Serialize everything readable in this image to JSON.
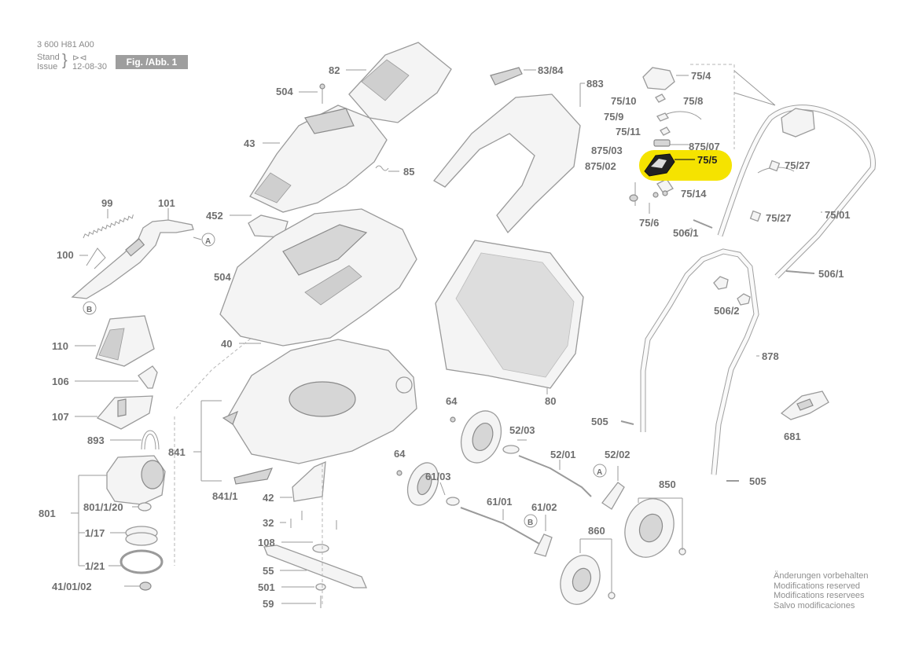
{
  "header": {
    "doc_number": "3 600 H81 A00",
    "stand_label": "Stand",
    "issue_label": "Issue",
    "date": "12-08-30",
    "figure_label": "Fig. /Abb. 1"
  },
  "notes": [
    "Änderungen vorbehalten",
    "Modifications reserved",
    "Modifications reservees",
    "Salvo modificaciones"
  ],
  "highlight_color": "#f5e300",
  "labels": {
    "p82": "82",
    "p504a": "504",
    "p43": "43",
    "p85": "85",
    "p452": "452",
    "p504b": "504",
    "p40": "40",
    "p99": "99",
    "p101": "101",
    "p100": "100",
    "A1": "A",
    "B1": "B",
    "p110": "110",
    "p106": "106",
    "p107": "107",
    "p893": "893",
    "p801": "801",
    "p801_1_20": "801/1/20",
    "p1_17": "1/17",
    "p1_21": "1/21",
    "p41_01_02": "41/01/02",
    "p841": "841",
    "p841_1": "841/1",
    "p42": "42",
    "p32": "32",
    "p108": "108",
    "p55": "55",
    "p501": "501",
    "p59": "59",
    "p83_84": "83/84",
    "p883": "883",
    "p80": "80",
    "p64a": "64",
    "p52_03": "52/03",
    "p52_01": "52/01",
    "p52_02": "52/02",
    "A2": "A",
    "p64b": "64",
    "p61_03": "61/03",
    "p61_01": "61/01",
    "p61_02": "61/02",
    "B2": "B",
    "p850": "850",
    "p860": "860",
    "p75_4": "75/4",
    "p75_10": "75/10",
    "p75_8": "75/8",
    "p75_9": "75/9",
    "p75_11": "75/11",
    "p875_03": "875/03",
    "p875_07": "875/07",
    "p875_02": "875/02",
    "p75_5": "75/5",
    "p75_14": "75/14",
    "p75_6": "75/6",
    "p506_1a": "506/1",
    "p75_27a": "75/27",
    "p75_27b": "75/27",
    "p75_01": "75/01",
    "p506_1b": "506/1",
    "p506_2": "506/2",
    "p878": "878",
    "p505a": "505",
    "p681": "681",
    "p505b": "505"
  }
}
